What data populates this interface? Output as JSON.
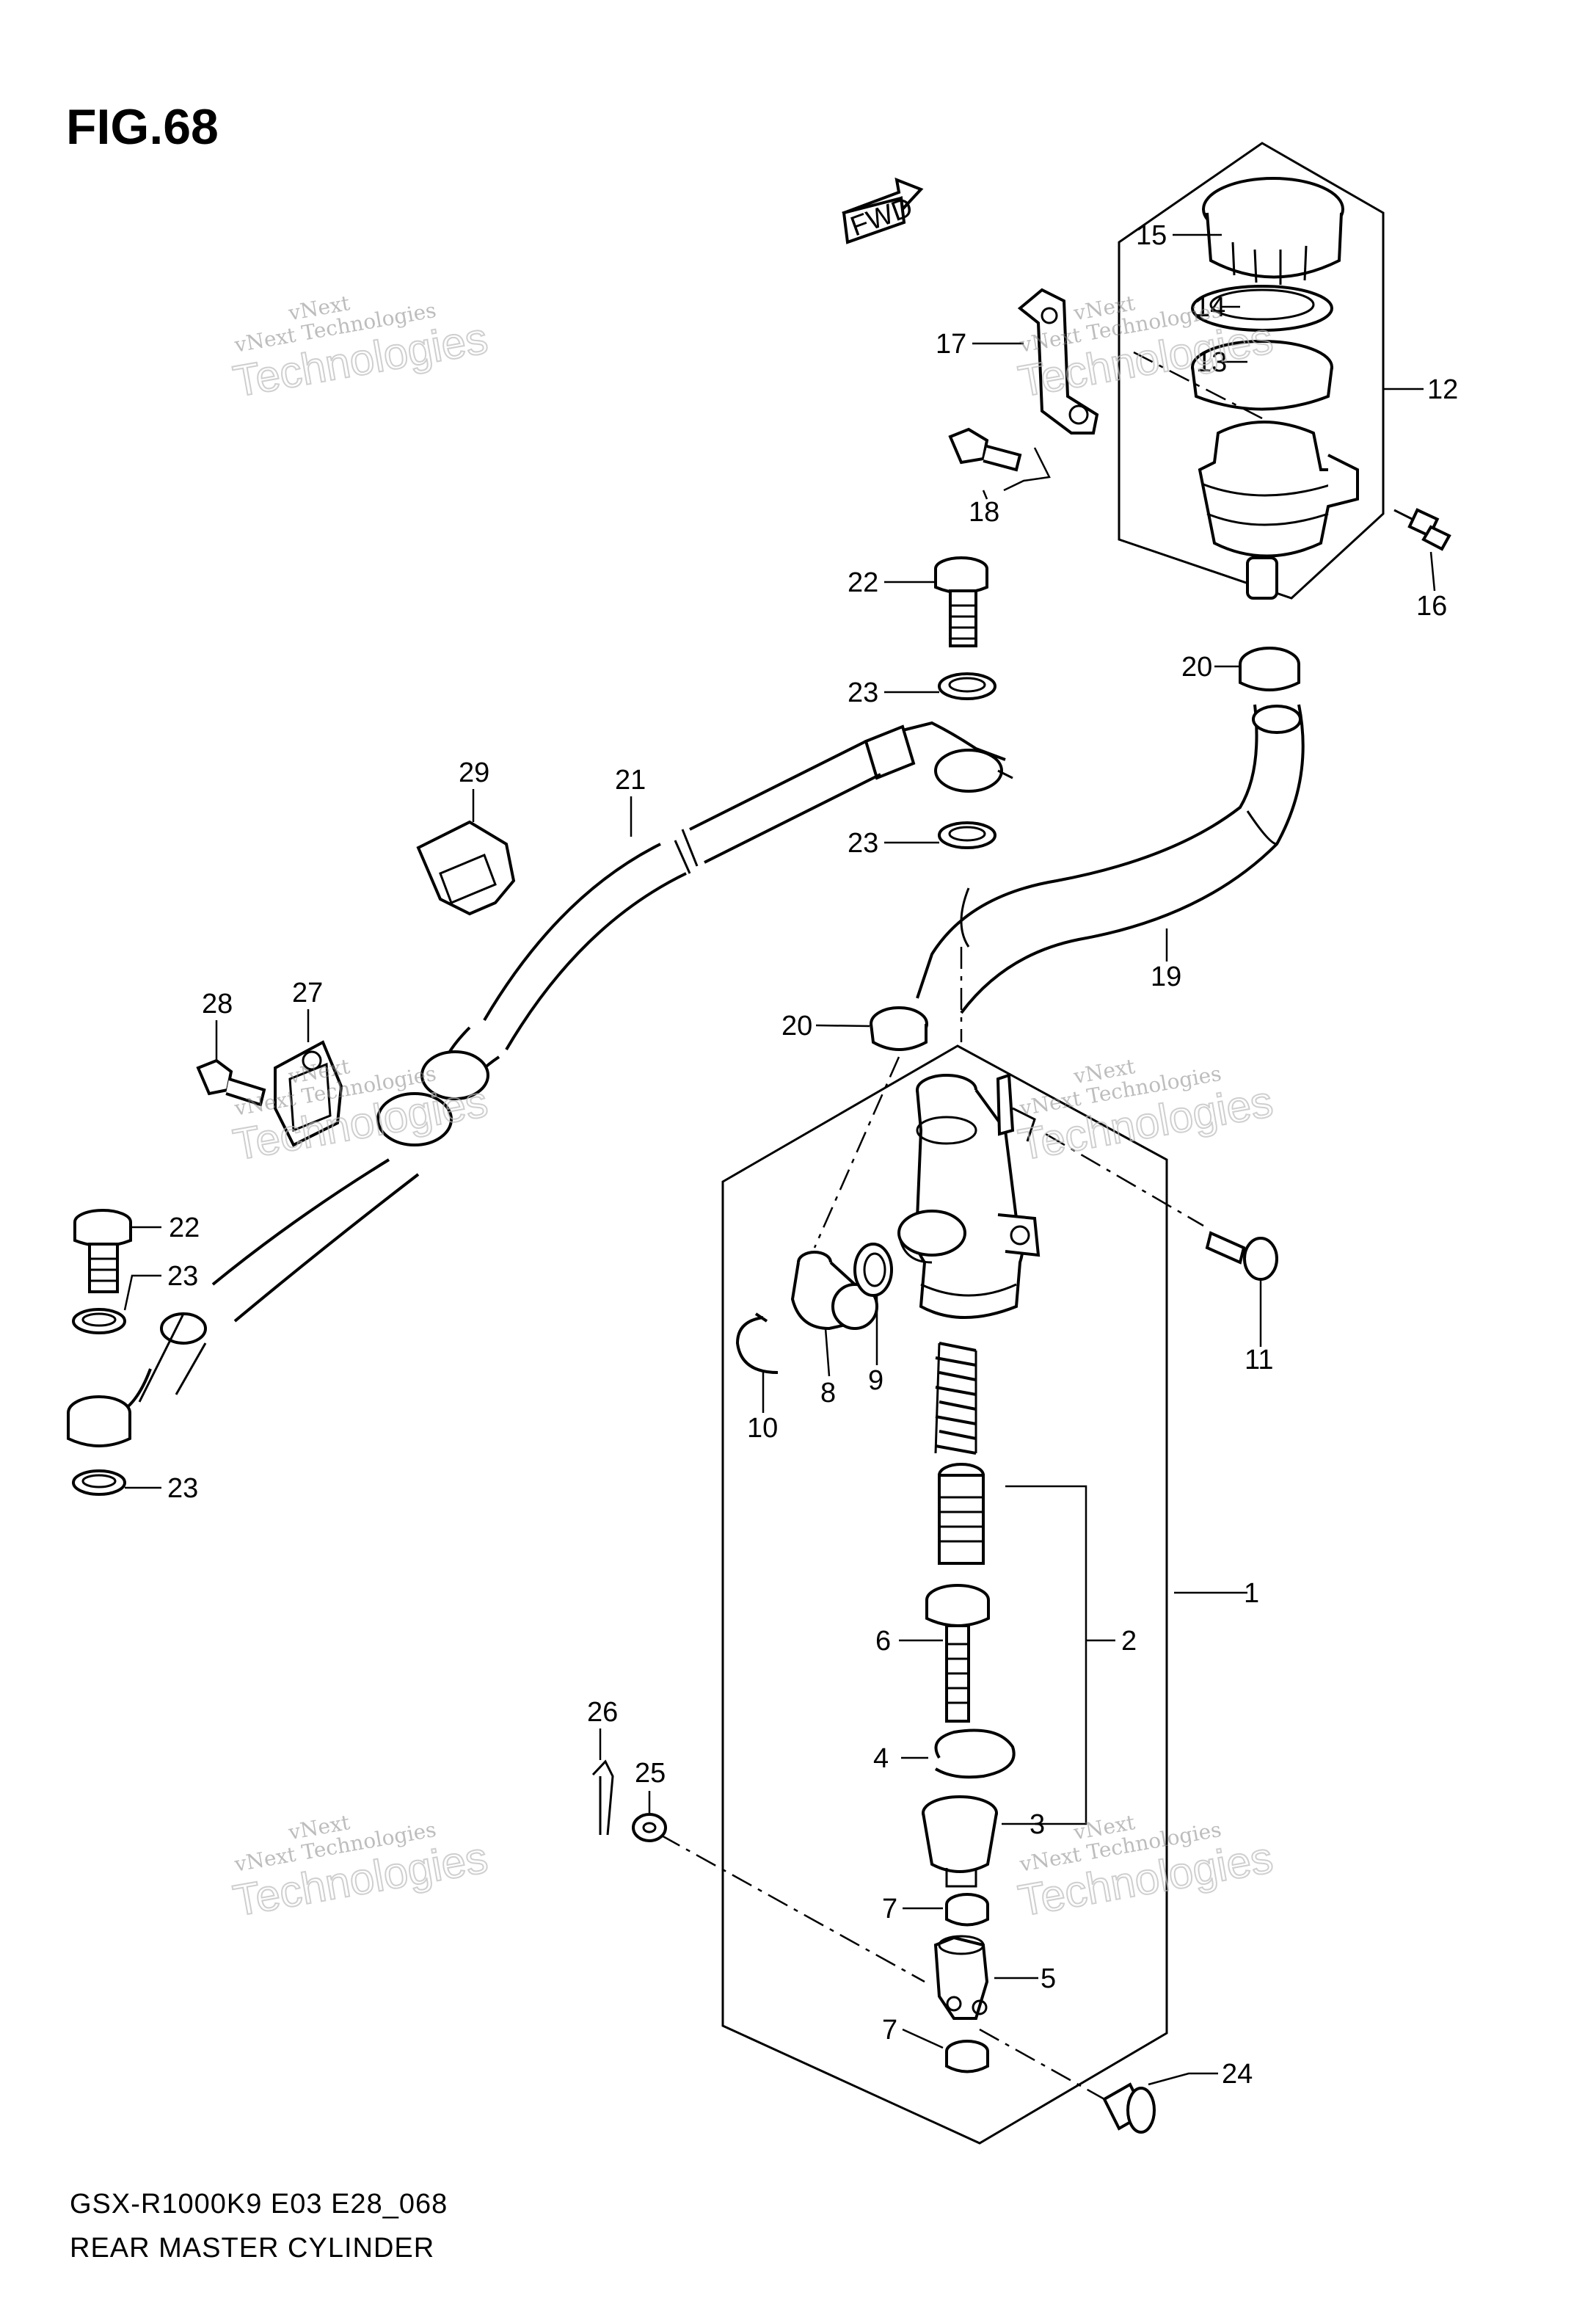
{
  "figure": {
    "title": "FIG.68",
    "model": "GSX-R1000K9 E03 E28_068",
    "name": "REAR MASTER CYLINDER",
    "fwd_label": "FWD"
  },
  "watermark": {
    "brand": "vNext",
    "line": "vNext Technologies",
    "big": "Technologies"
  },
  "callouts": [
    "1",
    "2",
    "3",
    "4",
    "5",
    "6",
    "7",
    "7",
    "8",
    "9",
    "10",
    "11",
    "12",
    "13",
    "14",
    "15",
    "16",
    "17",
    "18",
    "19",
    "20",
    "20",
    "21",
    "22",
    "22",
    "23",
    "23",
    "23",
    "23",
    "24",
    "25",
    "26",
    "27",
    "28",
    "29"
  ]
}
